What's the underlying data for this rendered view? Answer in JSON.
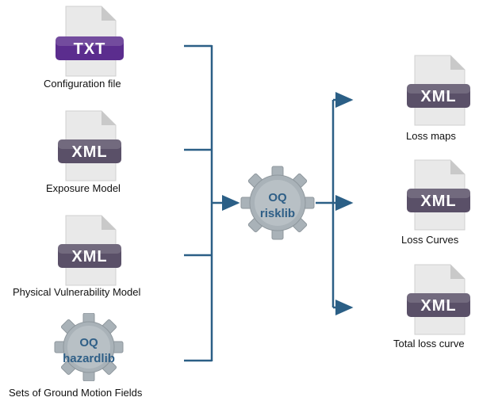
{
  "inputs": [
    {
      "caption": "Configuration file",
      "badge": "TXT",
      "badge_color": "#5b2d8e"
    },
    {
      "caption": "Exposure Model",
      "badge": "XML",
      "badge_color": "#5a5068"
    },
    {
      "caption": "Physical Vulnerability Model",
      "badge": "XML",
      "badge_color": "#5a5068"
    },
    {
      "caption": "Sets of Ground Motion Fields",
      "gear_line1": "OQ",
      "gear_line2": "hazardlib"
    }
  ],
  "engine": {
    "line1": "OQ",
    "line2": "risklib"
  },
  "outputs": [
    {
      "caption": "Loss maps",
      "badge": "XML",
      "badge_color": "#5a5068"
    },
    {
      "caption": "Loss Curves",
      "badge": "XML",
      "badge_color": "#5a5068"
    },
    {
      "caption": "Total loss curve",
      "badge": "XML",
      "badge_color": "#5a5068"
    }
  ],
  "colors": {
    "connector": "#2b5f86",
    "gear": "#a9b2b8",
    "gear_text": "#2f5f87",
    "page": "#e8e8e8"
  }
}
